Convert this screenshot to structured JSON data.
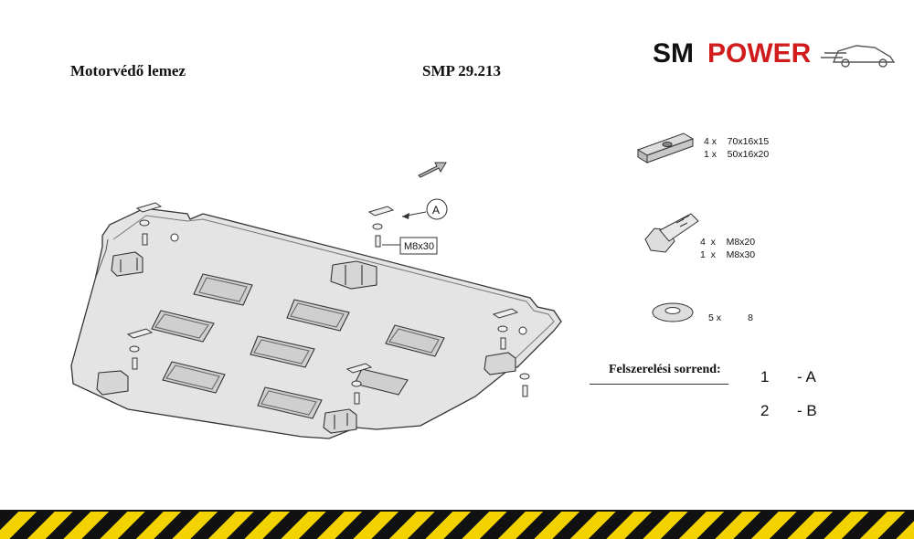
{
  "title": "Motorvédő lemez",
  "part_number": "SMP 29.213",
  "logo": {
    "text_a": "SM",
    "text_b": "POWER",
    "color_a": "#111111",
    "color_b": "#d01c1c"
  },
  "callouts": {
    "detail_a": "A",
    "bolt_label": "M8x30"
  },
  "hardware": {
    "plates": [
      "4 x    70x16x15",
      "1 x    50x16x20"
    ],
    "bolts": [
      "4  x    M8x20",
      "1  x    M8x30"
    ],
    "washers": "5 x          8"
  },
  "sequence": {
    "title": "Felszerelési sorrend:",
    "steps": [
      {
        "num": "1",
        "letter": "- A"
      },
      {
        "num": "2",
        "letter": "- B"
      }
    ]
  },
  "colors": {
    "plate_fill": "#e2e2e2",
    "stripe_yellow": "#f2d200",
    "stripe_black": "#111111"
  }
}
